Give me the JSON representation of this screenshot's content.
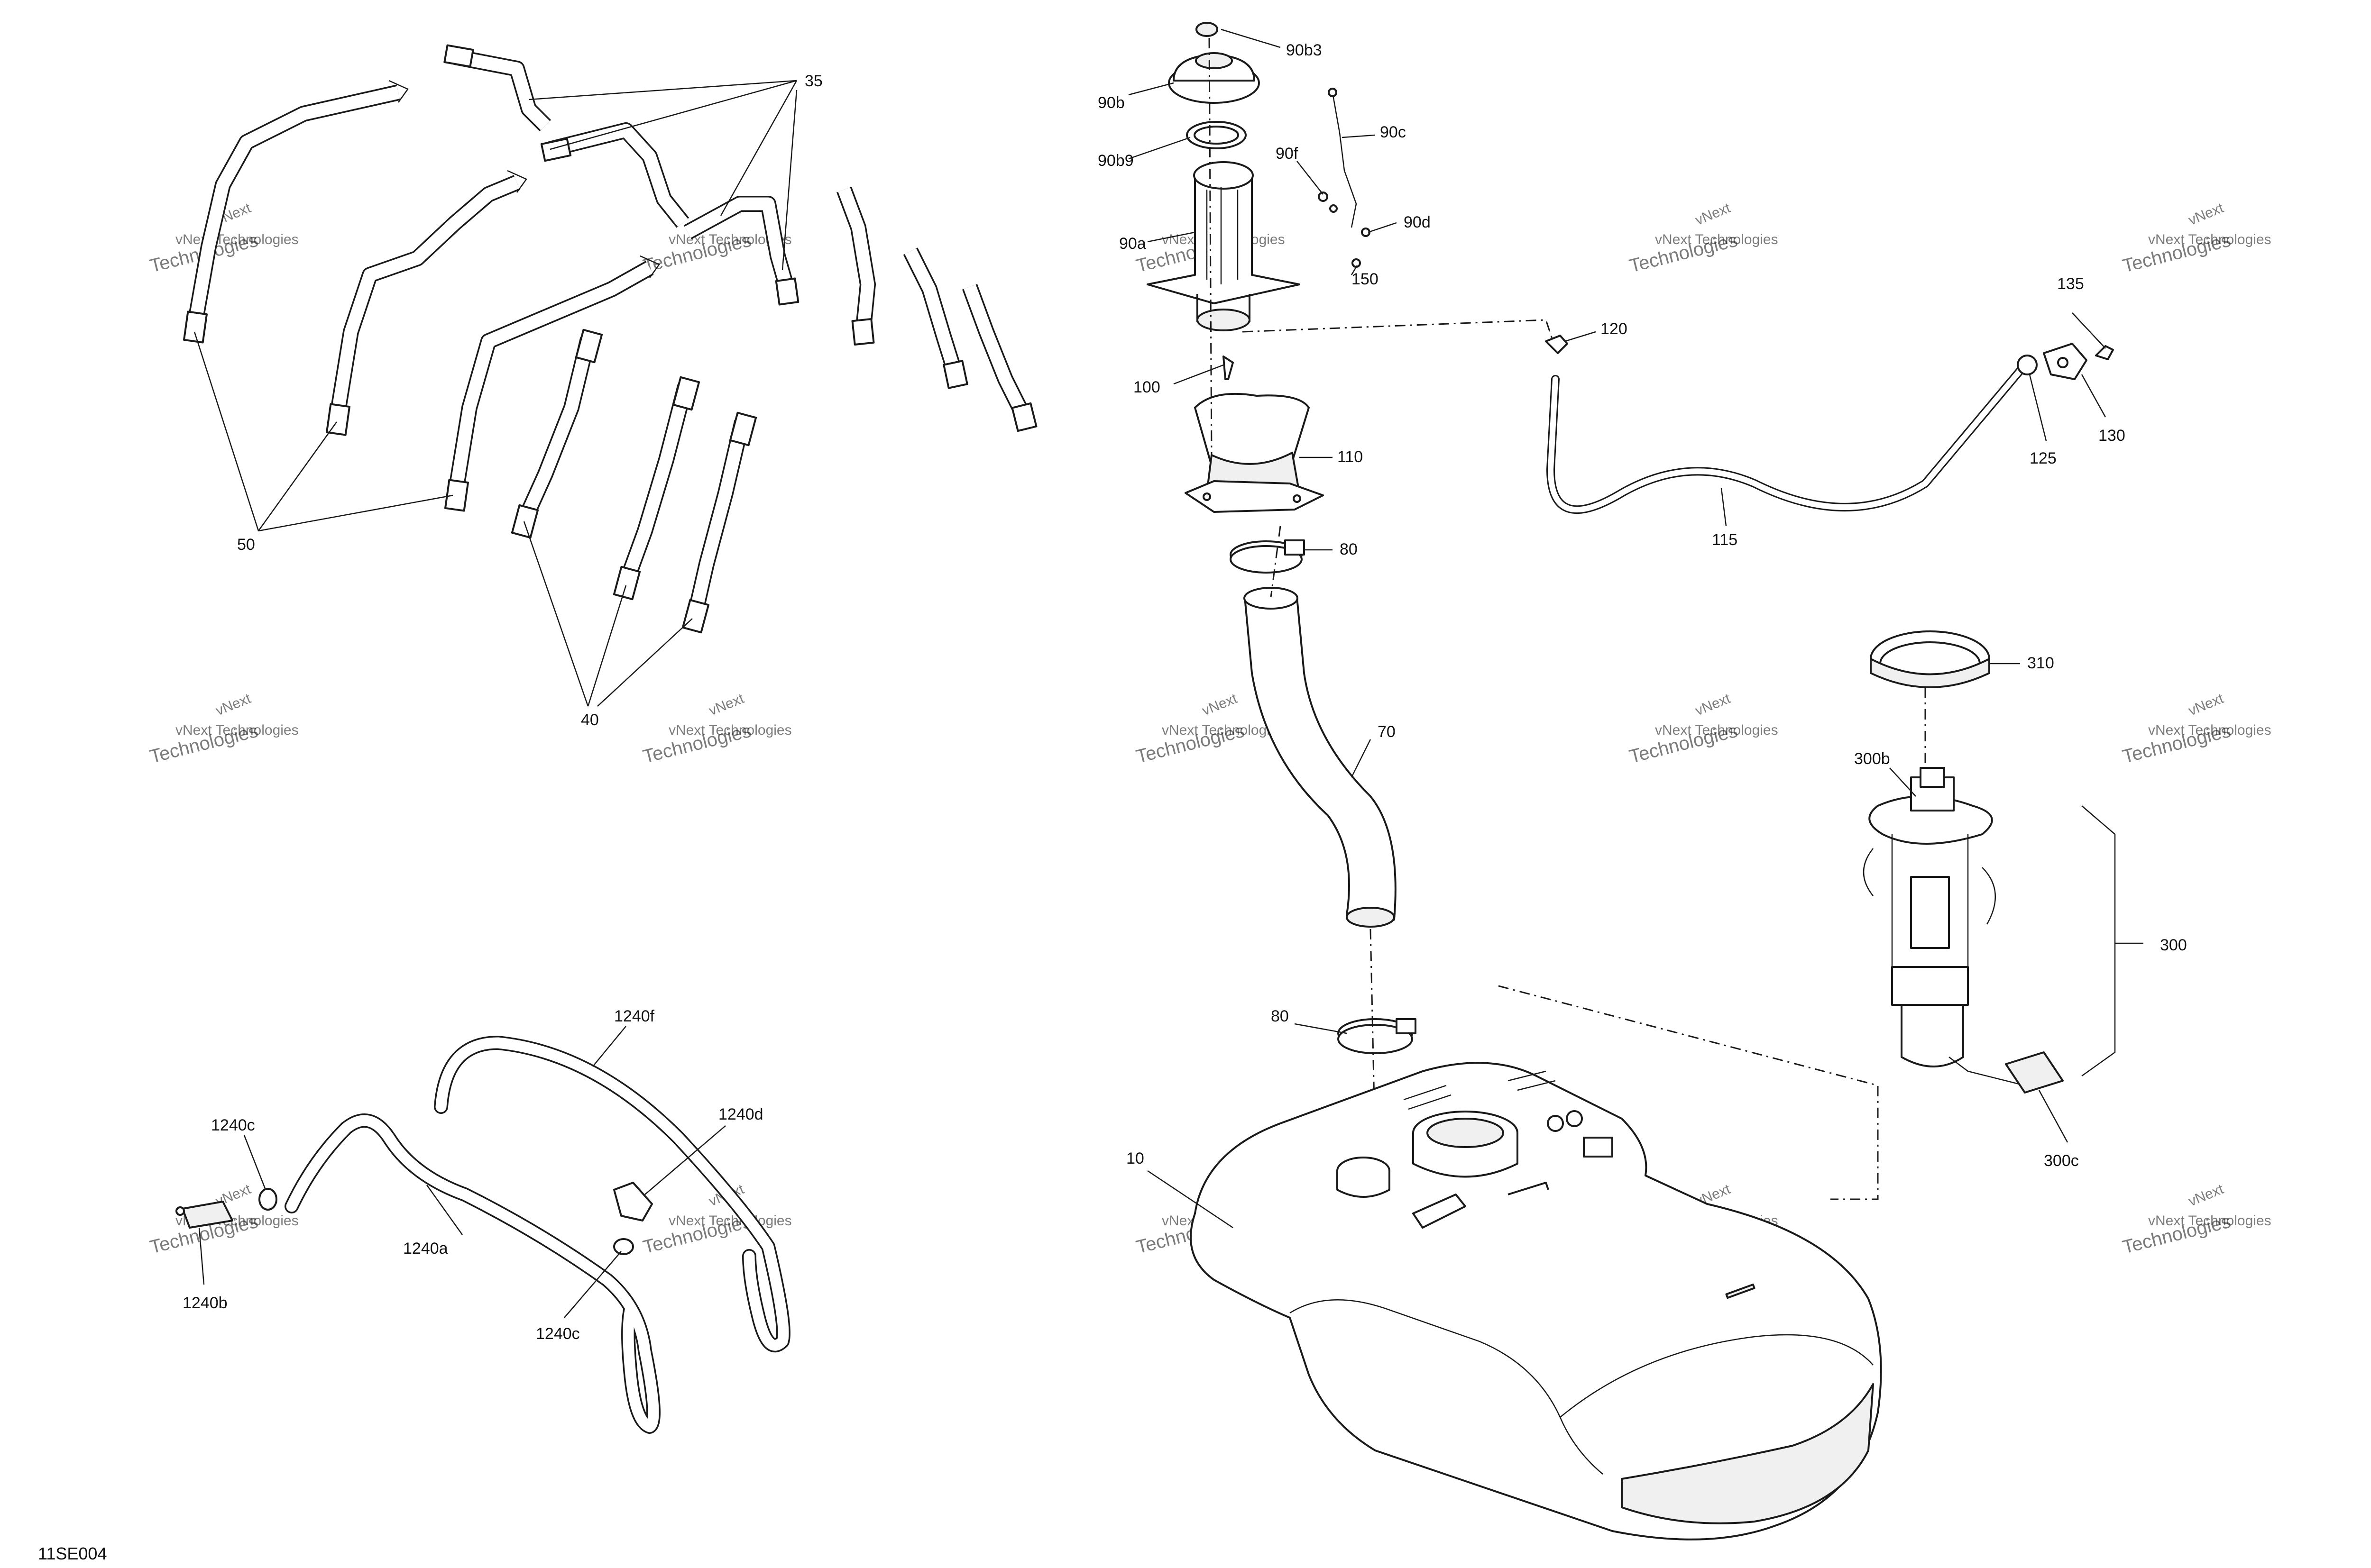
{
  "diagram_code": "11SE004",
  "watermark": {
    "line1": "vNext",
    "line2": "Technologies",
    "line3": "vNext Technologies"
  },
  "callouts": {
    "p35": "35",
    "p50": "50",
    "p40": "40",
    "p90b3": "90b3",
    "p90b": "90b",
    "p90b9": "90b9",
    "p90c": "90c",
    "p90f": "90f",
    "p90d": "90d",
    "p90a": "90a",
    "p150": "150",
    "p100": "100",
    "p110": "110",
    "p120": "120",
    "p135": "135",
    "p130": "130",
    "p125": "125",
    "p115": "115",
    "p80a": "80",
    "p80b": "80",
    "p70": "70",
    "p310": "310",
    "p300b": "300b",
    "p300": "300",
    "p300c": "300c",
    "p10": "10",
    "p1240f": "1240f",
    "p1240c_a": "1240c",
    "p1240d": "1240d",
    "p1240a": "1240a",
    "p1240b": "1240b",
    "p1240c_b": "1240c"
  }
}
